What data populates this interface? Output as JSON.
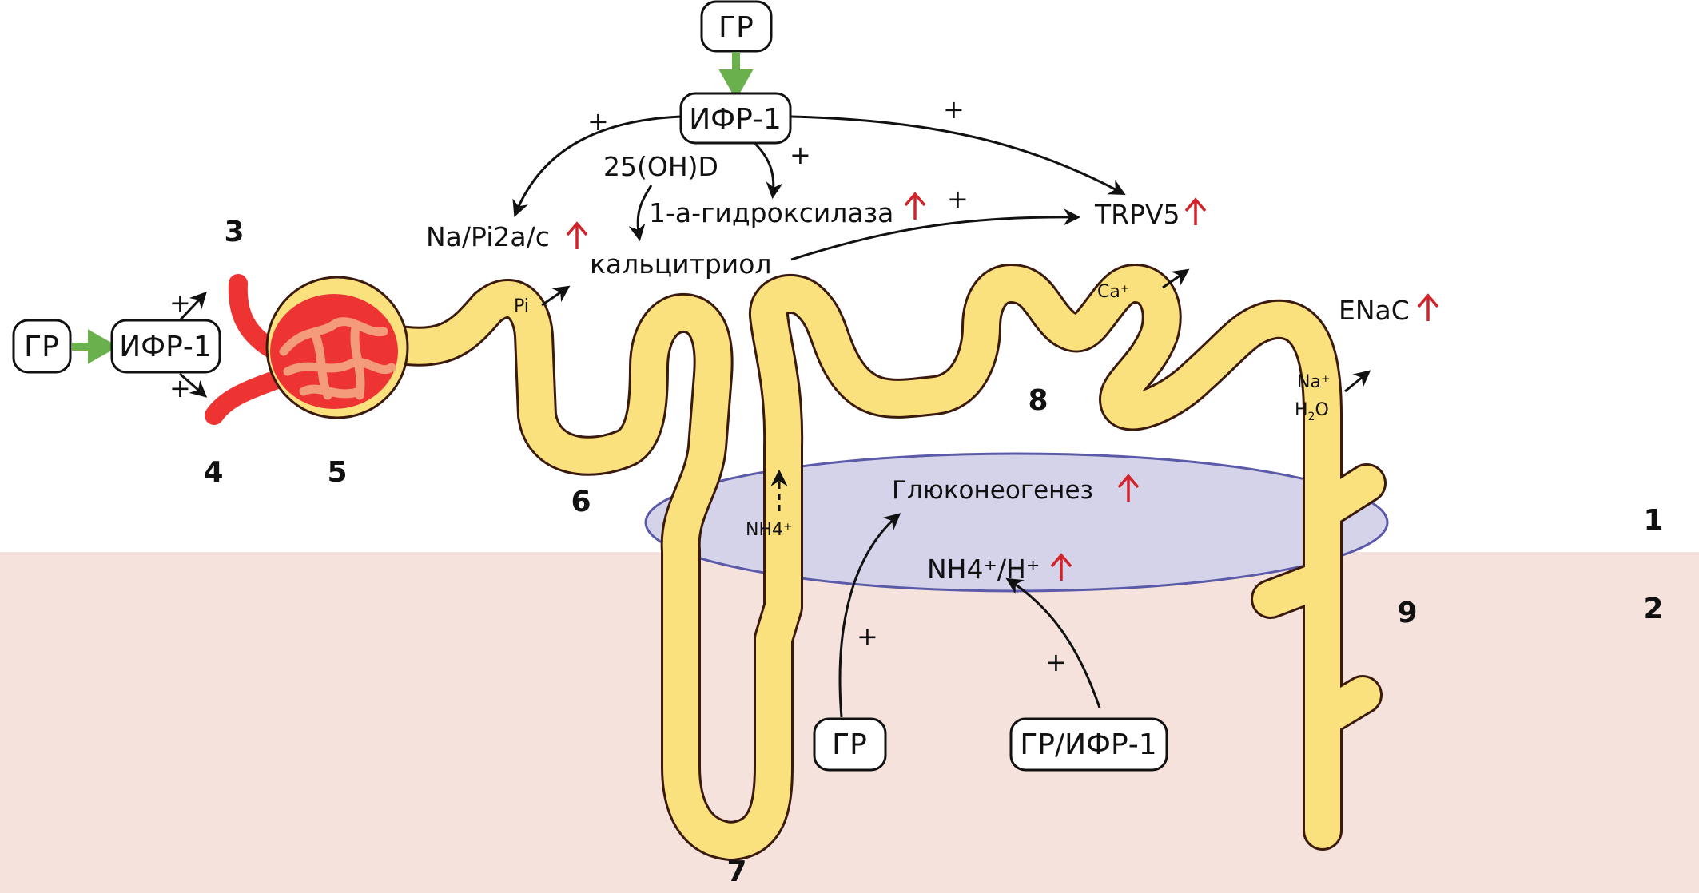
{
  "colors": {
    "tubule_fill": "#fbe07e",
    "tubule_stroke": "#3a1a0c",
    "vessel_red": "#ee3333",
    "glomerulus_inner": "#f39b7a",
    "medulla_band": "#f6e2dc",
    "interstitium_ellipse_fill": "#d5d3ea",
    "interstitium_ellipse_stroke": "#5b5aa8",
    "stimulation_arrow_green": "#6ab04c",
    "increase_arrow_red": "#d2232a"
  },
  "zones": {
    "cortex_label": "1",
    "medulla_label": "2"
  },
  "structure_labels": {
    "afferent_arteriole": "3",
    "efferent_arteriole": "4",
    "glomerulus": "5",
    "proximal_tubule": "6",
    "loop_of_henle": "7",
    "distal_tubule": "8",
    "collecting_duct": "9"
  },
  "nodes": {
    "top_gh": "ГР",
    "top_igf1": "ИФР-1",
    "left_gh": "ГР",
    "left_igf1": "ИФР-1",
    "bottom_gh": "ГР",
    "bottom_gh_igf1": "ГР/ИФР-1"
  },
  "labels": {
    "napi": "Na/Pi2a/c",
    "vitd": "25(OH)D",
    "hydroxylase": "1-а-гидроксилаза",
    "calcitriol": "кальцитриол",
    "trpv5": "TRPV5",
    "enac": "ENaC",
    "gluconeogenesis": "Глюконеогенез",
    "nh4_h": "NH4⁺/H⁺",
    "pi": "Pi",
    "ca": "Ca⁺",
    "na": "Na⁺",
    "h2o_h": "H",
    "h2o_sub": "2",
    "h2o_o": "O",
    "nh4_tubule": "NH4⁺"
  },
  "signs": {
    "plus": "+"
  },
  "increased_markers": [
    "Na/Pi2a/c",
    "1-а-гидроксилаза",
    "TRPV5",
    "ENaC",
    "Глюконеогенез",
    "NH4⁺/H⁺"
  ]
}
